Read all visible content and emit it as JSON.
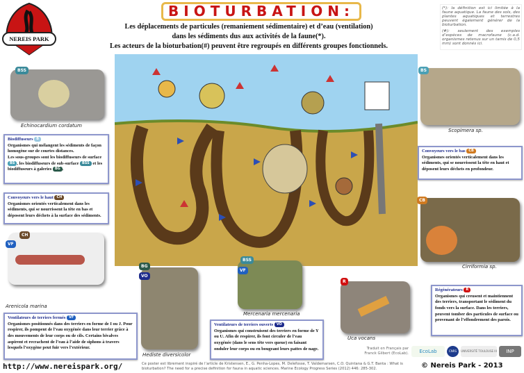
{
  "logo": {
    "text": "NEREIS PARK"
  },
  "title": "BIOTURBATION:",
  "subtitle": [
    "Les déplacements de particules (remaniement sédimentaire) et d’eau (ventilation)",
    "dans les sédiments dus aux activités de la faune(*).",
    "Les acteurs de la bioturbation(#) peuvent être regroupés en différents groupes fonctionnels."
  ],
  "notes": [
    "(*): la définition est ici limitée à la faune aquatique. La faune des sols, des plantes aquatiques et terrestres peuvent également générer de la bioturbation.",
    "(#): seulement des exemples d’espèces de macrofaune (c.a.d. organismes retenus sur un tamis de 0,5 mm) sont donnés ici."
  ],
  "groups": {
    "biodiff": {
      "title": "Biodiffuseurs",
      "badge": "B",
      "text1": "Organismes qui mélangent les sédiments de façon homogène sur de courtes distances.",
      "text2a": "Les sous-groupes sont les biodiffuseurs de surface",
      "b1": "BS",
      "text2b": ", les biodiffuseurs de sub-surface",
      "b2": "BSS",
      "text2c": "et les biodiffuseurs à galeries",
      "b3": "BG",
      "text2d": "."
    },
    "conv_haut": {
      "title": "Convoyeurs vers le haut",
      "badge": "CH",
      "text": "Organismes orientés verticalement dans les sédiments, qui se nourrissent la tête en bas et déposent leurs déchets à la surface des sédiments."
    },
    "conv_bas": {
      "title": "Convoyeurs vers le bas",
      "badge": "CB",
      "text": "Organismes orientés verticalement dans les sédiments, qui se nourrissent la tête en haut et déposent leurs déchets en profondeur."
    },
    "vent_fermes": {
      "title": "Ventilateurs de terriers fermés",
      "badge": "VF",
      "text": "Organismes positionnés dans des terriers en forme de I ou J. Pour respirer, ils pompent de l’eau oxygénée dans leur terrier grâce à des mouvements de leur corps ou de cils. Certains bivalves aspirent et recrachent de l’eau à l’aide de siphons à travers lesquels l’oxygène peut fuir vers l’extérieur."
    },
    "vent_ouverts": {
      "title": "Ventilateurs de terriers ouverts",
      "badge": "VO",
      "text": "Organismes qui construisent des terriers en forme de Y ou U. Afin de respirer, ils font circuler de l’eau oxygénée (dans le sens tête vers queue) en faisant onduler leur corps ou en bougeant leurs pattes de nage."
    },
    "regen": {
      "title": "Régénérateurs",
      "badge": "R",
      "text": "Organismes qui creusent et maintiennent des terriers, transportant le sédiment du fonds vers la surface. Dans les terriers, peuvent tomber des particules de surface ou provenant de l’effondrement des parois."
    }
  },
  "species": [
    {
      "name": "Echinocardium cordatum",
      "tags": [
        "BSS"
      ]
    },
    {
      "name": "Scopimera sp.",
      "tags": [
        "BS"
      ]
    },
    {
      "name": "Cirriformia sp.",
      "tags": [
        "CB"
      ]
    },
    {
      "name": "Arenicola marina",
      "tags": [
        "CH",
        "VF"
      ]
    },
    {
      "name": "Hediste diversicolor",
      "tags": [
        "BG",
        "VO"
      ]
    },
    {
      "name": "Mercenaria mercenaria",
      "tags": [
        "BSS",
        "VF"
      ]
    },
    {
      "name": "Uca vocans",
      "tags": [
        "R"
      ]
    }
  ],
  "footer": {
    "url": "http://www.nereispark.org/",
    "reference": "Ce poster est librement inspiré de l’article de Kristensen, E., G. Penha-Lopes, M. Delefosse, T. Valdemarsen, C.O. Quintana & G.T. Banta : What is bioturbation? The need for a precise definition for fauna in aquatic sciences. Marine Ecology Progress Series (2012) 446: 285-302.",
    "translation": "Traduit en Français par Franck Gilbert (EcoLab).",
    "copyright": "© Nereis Park - 2013",
    "logos": [
      "EcoLab",
      "CNRS",
      "UNIVERSITÉ TOULOUSE III",
      "INP"
    ]
  },
  "colors": {
    "title": "#c81414",
    "box_border": "#8d96cc",
    "heading": "#1d2b8c",
    "sky": "#9fd3f0",
    "sediment": "#c9a64a"
  }
}
